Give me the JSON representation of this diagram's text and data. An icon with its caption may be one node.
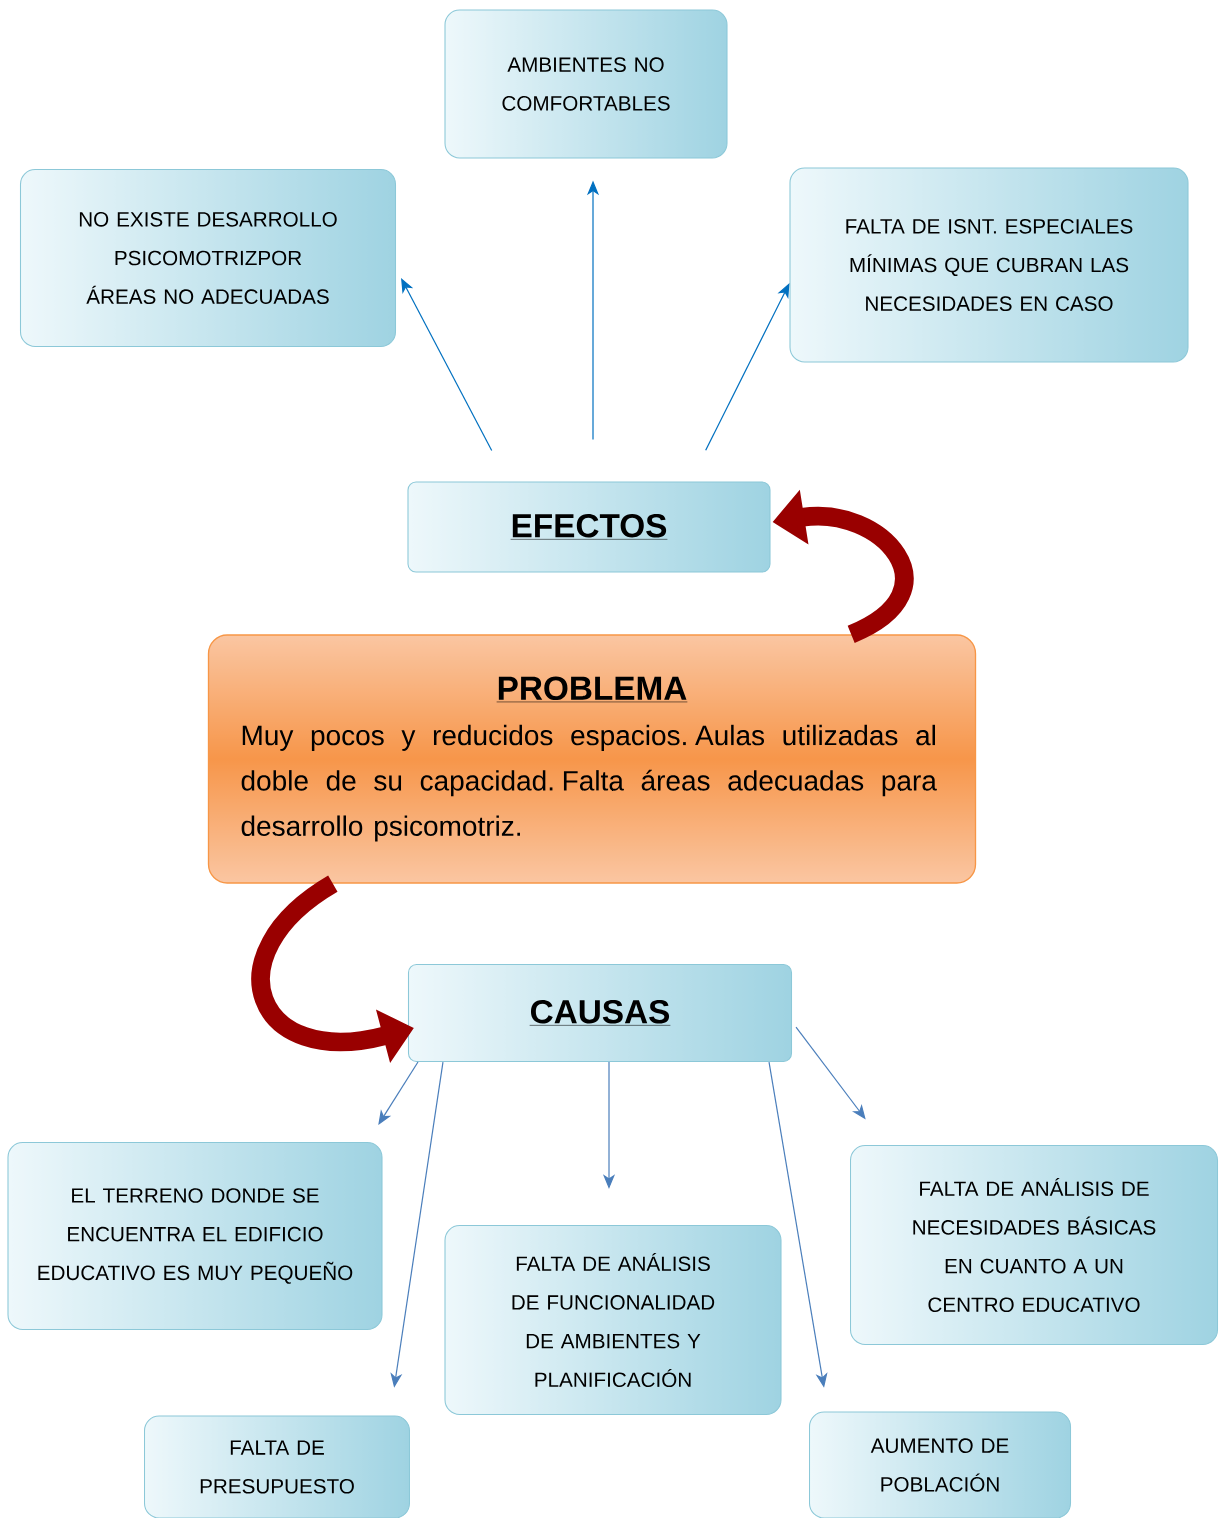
{
  "diagram": {
    "nodes": [
      {
        "text": [
          "AMBIENTES NO COMFORTABLES"
        ]
      },
      {
        "text": [
          "NO EXISTE DESARROLLO PSICOMOTRIZPOR ÁREAS NO ADECUADAS"
        ]
      },
      {
        "text": [
          "FALTA DE ISNT. ESPECIALES MÍNIMAS QUE CUBRAN LAS NECESIDADES EN CASO"
        ]
      },
      {
        "text": [
          "EFECTOS"
        ]
      },
      {
        "text": [
          "PROBLEMA",
          "Muy pocos y reducidos espacios. Aulas utilizadas al doble de su capacidad. Falta áreas adecuadas para desarrollo psicomotriz."
        ]
      },
      {
        "text": [
          "CAUSAS"
        ]
      },
      {
        "text": [
          "EL TERRENO DONDE SE ENCUENTRA EL EDIFICIO EDUCATIVO ES MUY PEQUEÑO"
        ]
      },
      {
        "text": [
          "FALTA DE ANÁLISIS DE FUNCIONALIDAD DE AMBIENTES Y PLANIFICACIÓN"
        ]
      },
      {
        "text": [
          "FALTA DE ANÁLISIS DE NECESIDADES BÁSICAS EN CUANTO A UN CENTRO EDUCATIVO"
        ]
      },
      {
        "text": [
          "FALTA DE PRESUPUESTO"
        ]
      },
      {
        "text": [
          "AUMENTO DE POBLACIÓN"
        ]
      }
    ],
    "edges": [
      {
        "from": 3,
        "to": 1,
        "arrow": "to",
        "color": "#0070c0"
      },
      {
        "from": 3,
        "to": 0,
        "arrow": "to",
        "color": "#0070c0"
      },
      {
        "from": 3,
        "to": 2,
        "arrow": "to",
        "color": "#0070c0"
      },
      {
        "from": 4,
        "to": 3,
        "arrow": "to",
        "style": "thick",
        "color": "#990000"
      },
      {
        "from": 4,
        "to": 5,
        "arrow": "to",
        "style": "thick",
        "color": "#990000"
      },
      {
        "from": 5,
        "to": 6,
        "arrow": "to"
      },
      {
        "from": 5,
        "to": 9,
        "arrow": "to"
      },
      {
        "from": 5,
        "to": 7,
        "arrow": "to"
      },
      {
        "from": 5,
        "to": 10,
        "arrow": "to"
      },
      {
        "from": 5,
        "to": 8,
        "arrow": "to"
      }
    ]
  }
}
